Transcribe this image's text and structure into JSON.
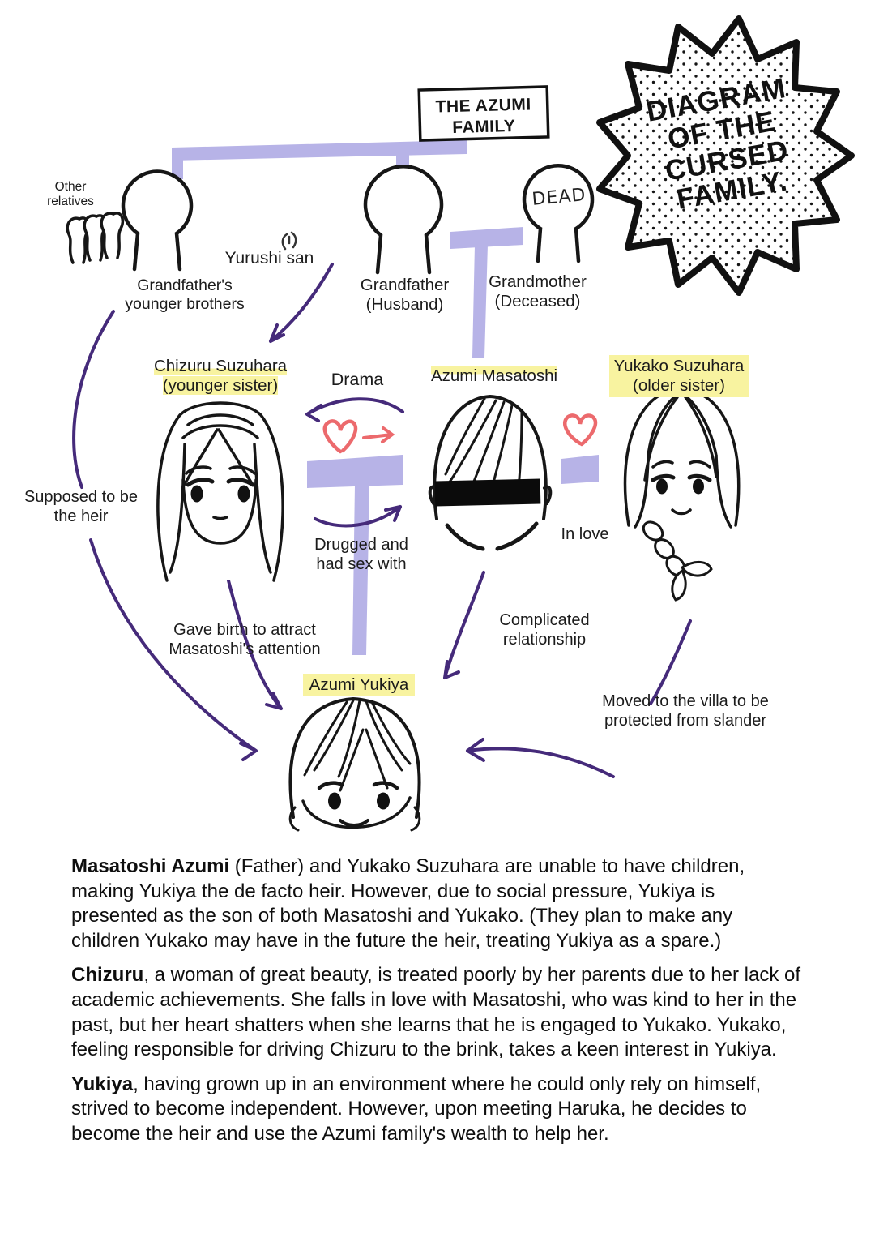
{
  "colors": {
    "lavender": "#b7b3e7",
    "highlight_yellow": "#f8f3a0",
    "heart_red": "#ec6a6d",
    "arrow_purple": "#452a7a",
    "ink": "#161616"
  },
  "icons": {
    "heart_icon": "♡",
    "anger_mark_icon": "💢",
    "censor_bar": "black-rectangle"
  },
  "badge": {
    "lines": [
      "DIAGRAM",
      "OF THE",
      "CURSED",
      "FAMILY."
    ]
  },
  "title_box": {
    "lines": [
      "THE AZUMI",
      "FAMILY"
    ]
  },
  "labels": {
    "other_relatives": "Other relatives",
    "brothers": "Grandfather's younger brothers",
    "yurushi": "Yurushi san",
    "grandfather": "Grandfather (Husband)",
    "grandmother": "Grandmother (Deceased)",
    "dead": "DEAD",
    "chizuru_name": "Chizuru Suzuhara",
    "chizuru_sub": "(younger sister)",
    "drama": "Drama",
    "masatoshi": "Azumi Masatoshi",
    "yukako_name": "Yukako Suzuhara",
    "yukako_sub": "(older sister)",
    "supposed_heir": "Supposed to be the heir",
    "drugged": "Drugged and had sex with",
    "in_love": "In love",
    "gave_birth": "Gave birth to attract Masatoshi's attention",
    "complicated": "Complicated relationship",
    "yukiya": "Azumi Yukiya",
    "moved_villa": "Moved to the villa to be protected from slander"
  },
  "paragraphs": [
    {
      "lead": "Masatoshi Azumi",
      "rest": " (Father) and Yukako Suzuhara are unable to have children, making Yukiya the de facto heir. However, due to social pressure, Yukiya is presented as the son of both Masatoshi and Yukako. (They plan to make any children Yukako may have in the future the heir, treating Yukiya as a spare.)"
    },
    {
      "lead": "Chizuru",
      "rest": ", a woman of great beauty, is treated poorly by her parents due to her lack of academic achievements. She falls in love with Masatoshi, who was kind to her in the past, but her heart shatters when she learns that he is engaged to Yukako. Yukako, feeling responsible for driving Chizuru to the brink, takes a keen interest in Yukiya."
    },
    {
      "lead": "Yukiya",
      "rest": ", having grown up in an environment where he could only rely on himself, strived to become independent. However, upon meeting Haruka, he decides to become the heir and use the Azumi family's wealth to help her."
    }
  ]
}
